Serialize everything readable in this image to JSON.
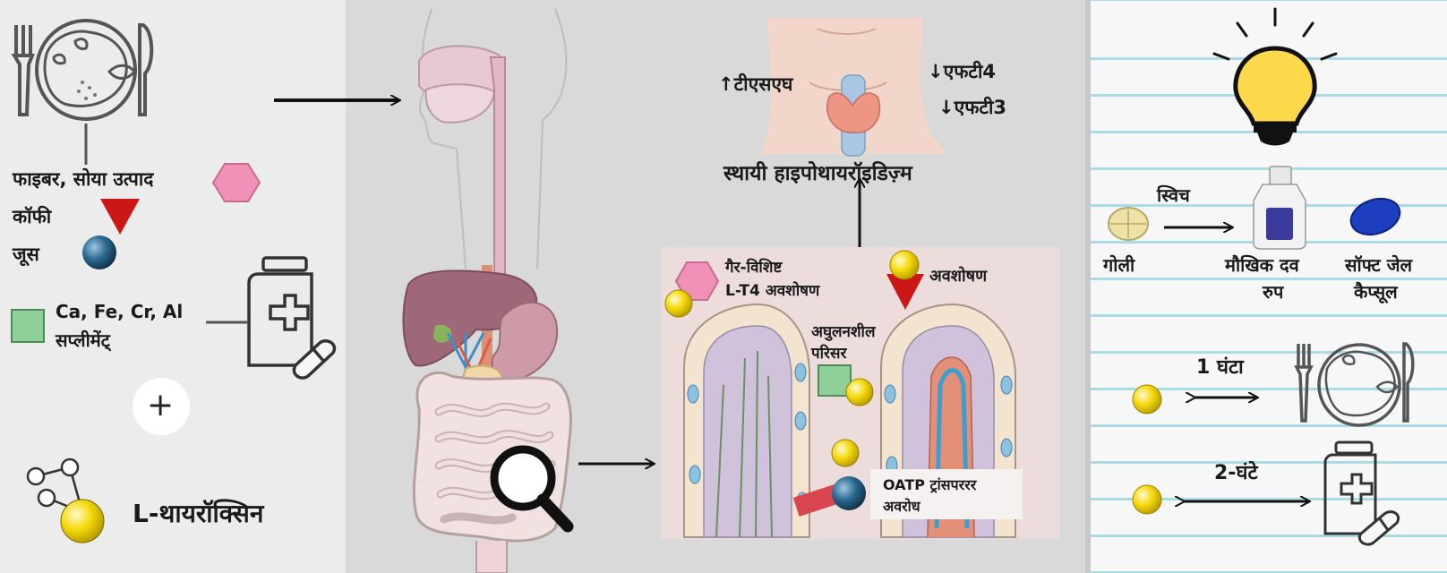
{
  "left": {
    "foods": {
      "line1": "फाइबर, सोया उत्पाद",
      "line2": "कॉफी",
      "line3": "जूस"
    },
    "supplements": {
      "line1": "Ca, Fe, Cr, Al",
      "line2": "सप्लीमेंट्"
    },
    "plus": "+",
    "drug": "L-थायरॉक्सिन"
  },
  "thyroid": {
    "tsh": "↑टीएसएघ",
    "ft4": "↓एफटी4",
    "ft3": "↓एफटी3",
    "title": "स्थायी हाइपोथायरॉइडिज़्म"
  },
  "intestine": {
    "nonspecific": {
      "line1": "गैर-विशिष्ट",
      "line2": "L-T4 अवशोषण"
    },
    "absorption": "अवशोषण",
    "insoluble": {
      "line1": "अघुलनशील",
      "line2": "परिसर"
    },
    "oatp": {
      "line1": "OATP ट्रांसपररर",
      "line2": "अवरोध"
    }
  },
  "tips": {
    "switch": "स्विच",
    "forms": {
      "tablet": "गोली",
      "liquid_line1": "मौखिक दव",
      "liquid_line2": "रुप",
      "softgel_line1": "सॉफ्ट जेल",
      "softgel_line2": "कैप्सूल"
    },
    "food_gap": "1 घंटा",
    "supplement_gap": "2-घंटे"
  },
  "colors": {
    "pink_hexagon": "#f291b8",
    "red_triangle": "#cc1717",
    "blue_ball": "#1f5577",
    "green_square": "#8fcf9a",
    "yellow_ball": "#f5d90a",
    "bulb_yellow": "#fbd94a",
    "softgel_blue": "#1d3fbf"
  },
  "icons": [
    "plate-icon",
    "medicine-jar-icon",
    "magnifier-icon",
    "light-bulb-icon",
    "tablet-icon",
    "liquid-bottle-icon",
    "softgel-icon"
  ]
}
